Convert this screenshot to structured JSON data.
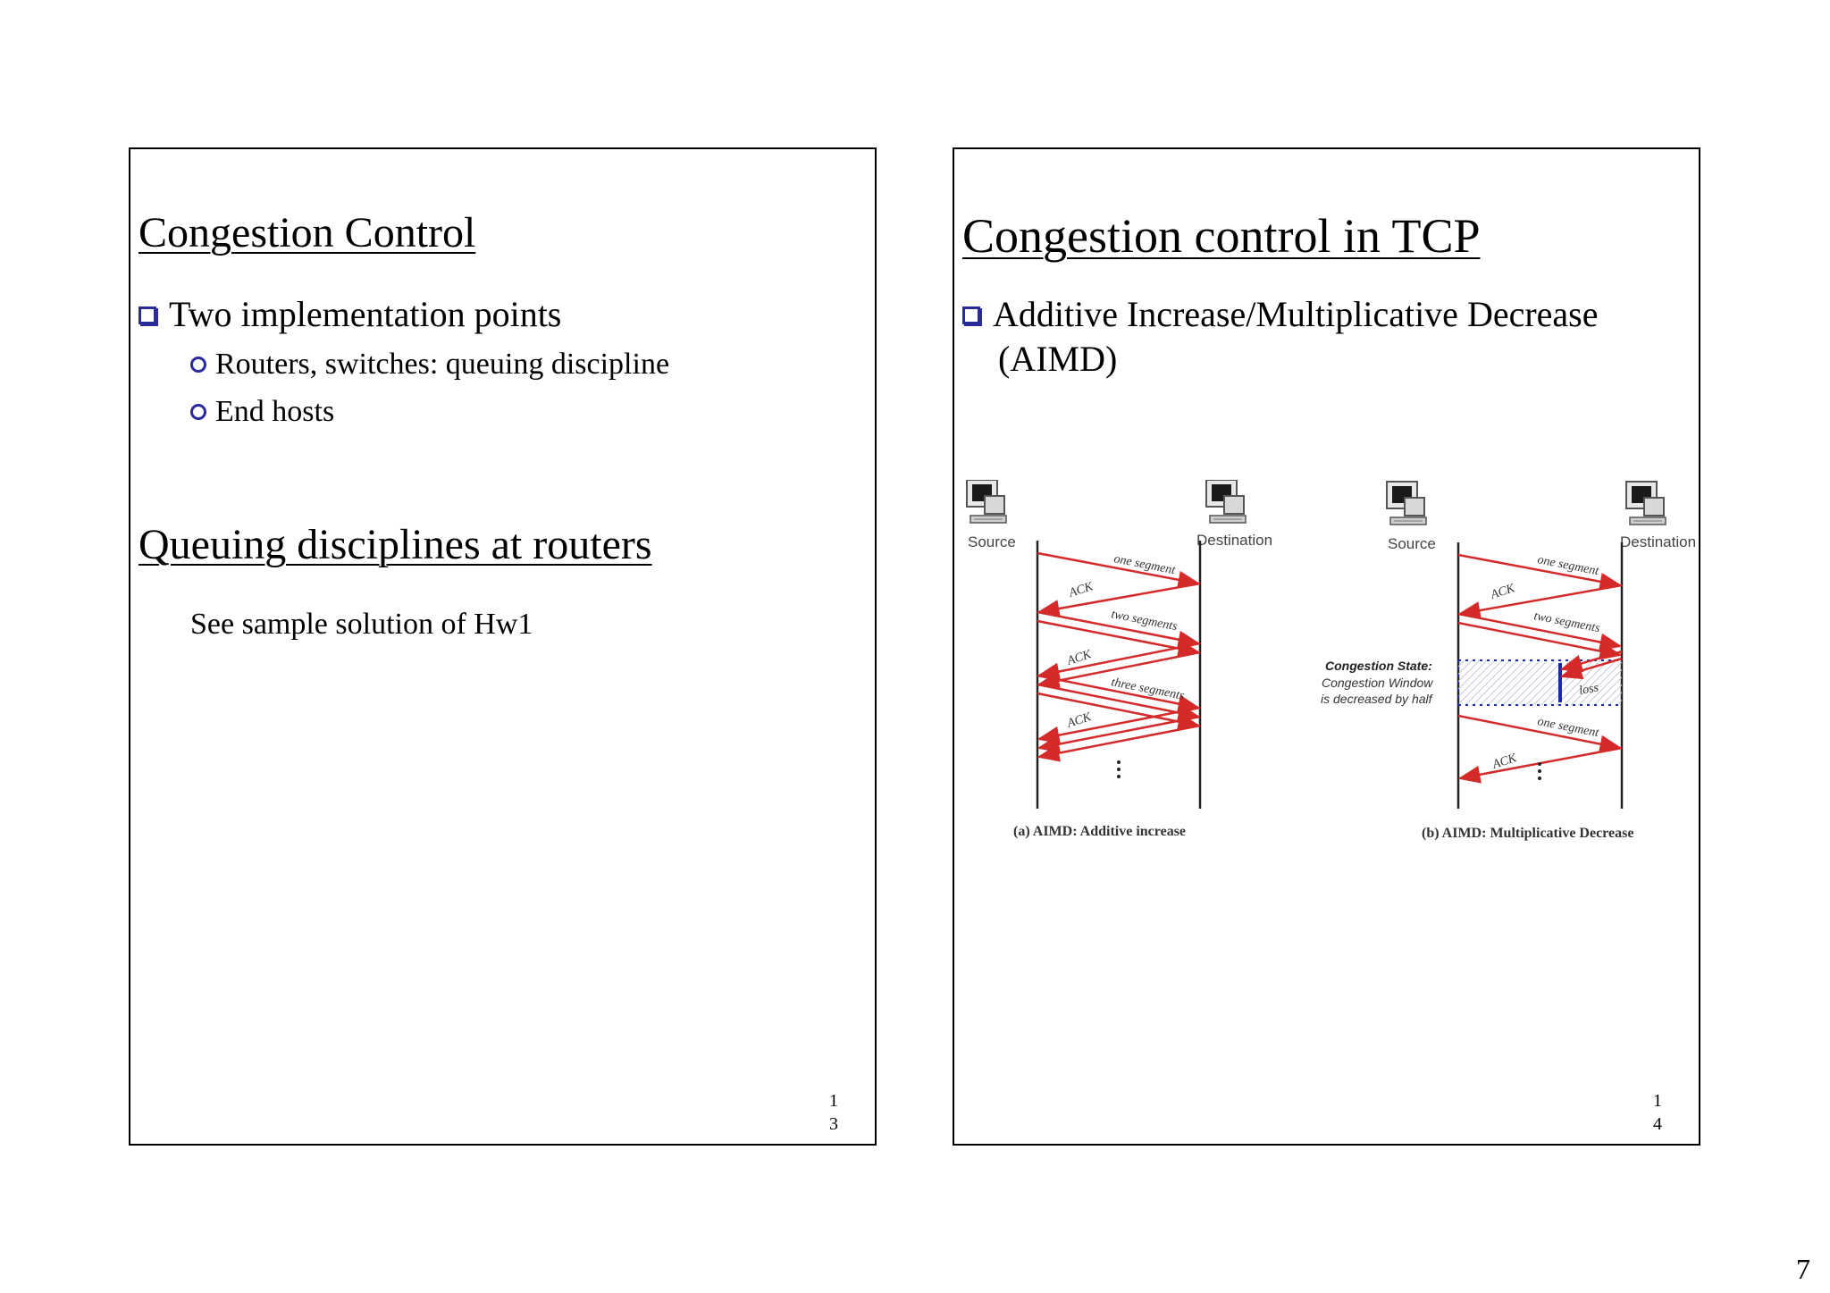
{
  "slide13": {
    "title": "Congestion Control",
    "bullet": "Two implementation points",
    "subbullets": [
      "Routers, switches: queuing discipline",
      "End hosts"
    ],
    "title2": "Queuing disciplines at routers",
    "note": "See sample solution of Hw1",
    "slide_number": [
      "1",
      "3"
    ]
  },
  "slide14": {
    "title": "Congestion control in TCP",
    "bullet_line1": "Additive Increase/Multiplicative Decrease",
    "bullet_line2": "(AIMD)",
    "diagram_a": {
      "source": "Source",
      "destination": "Destination",
      "labels": [
        "one segment",
        "ACK",
        "two segments",
        "ACK",
        "three segments",
        "ACK"
      ],
      "caption": "(a) AIMD: Additive increase"
    },
    "diagram_b": {
      "source": "Source",
      "destination": "Destination",
      "labels": [
        "one segment",
        "ACK",
        "two segments",
        "loss",
        "one segment",
        "ACK"
      ],
      "state_title": "Congestion State:",
      "state_line1": "Congestion Window",
      "state_line2": "is decreased by half",
      "caption": "(b) AIMD: Multiplicative Decrease"
    },
    "slide_number": [
      "1",
      "4"
    ]
  },
  "page_number": "7",
  "colors": {
    "bullet": "#2a2a9a",
    "arrow": "#d42a2a",
    "dotted": "#1a2aa0"
  },
  "icons": [
    "computer-icon"
  ]
}
